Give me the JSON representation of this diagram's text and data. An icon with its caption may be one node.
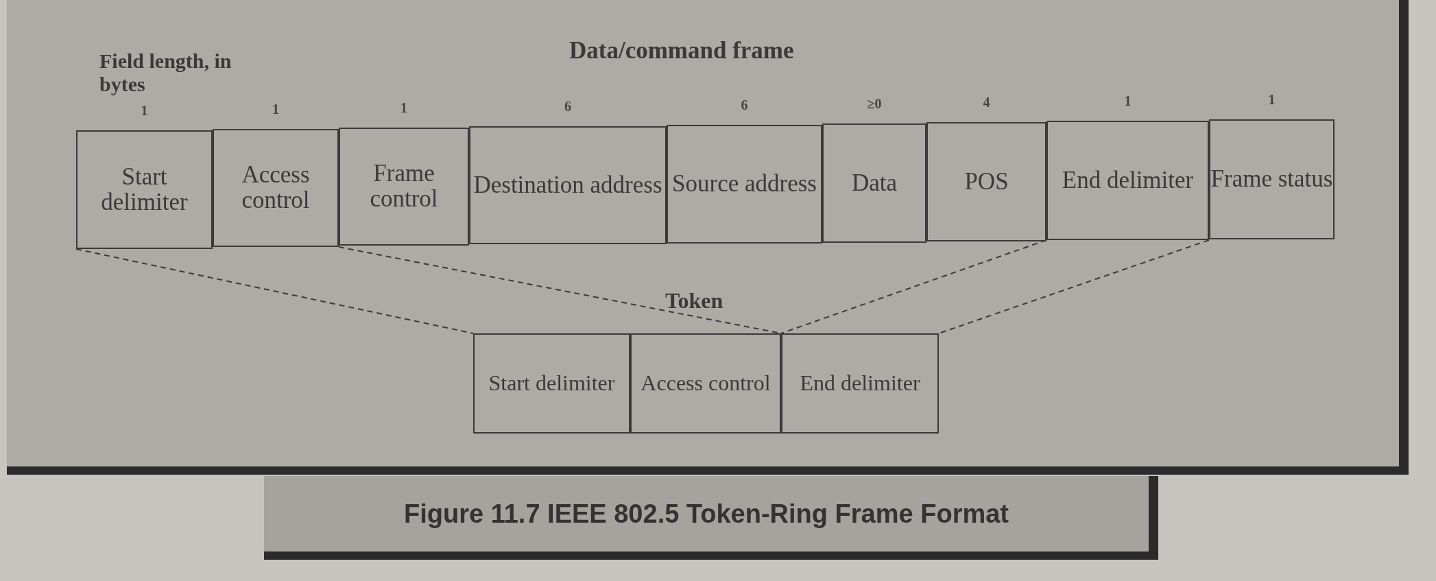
{
  "diagram": {
    "title": "Data/command frame",
    "caption": "Figure 11.7 IEEE 802.5 Token-Ring Frame Format",
    "nodes": [
      {
        "text": [
          "Start delimiter"
        ],
        "beside": [
          "1"
        ]
      },
      {
        "text": [
          "Access control"
        ],
        "beside": [
          "1"
        ]
      },
      {
        "text": [
          "Frame control"
        ],
        "beside": [
          "1"
        ]
      },
      {
        "text": [
          "Destination address"
        ],
        "beside": [
          "6"
        ]
      },
      {
        "text": [
          "Source address"
        ],
        "beside": [
          "6"
        ]
      },
      {
        "text": [
          "Data"
        ],
        "beside": [
          "≥0"
        ]
      },
      {
        "text": [
          "POS"
        ],
        "beside": [
          "4"
        ]
      },
      {
        "text": [
          "End delimiter"
        ],
        "beside": [
          "1"
        ]
      },
      {
        "text": [
          "Frame status"
        ],
        "beside": [
          "1"
        ]
      },
      {
        "text": [
          "Start delimiter"
        ]
      },
      {
        "text": [
          "Access control"
        ]
      },
      {
        "text": [
          "End delimiter"
        ]
      }
    ],
    "edges": [
      {
        "from": 0,
        "to": 9,
        "arrow": "none",
        "style": "dashed"
      },
      {
        "from": 1,
        "to": 10,
        "arrow": "none",
        "style": "dashed"
      },
      {
        "from": 7,
        "to": 11,
        "arrow": "none",
        "style": "dashed"
      },
      {
        "from": 7,
        "to": 11,
        "arrow": "none",
        "style": "dashed"
      }
    ],
    "labels": [
      "Field length, in bytes",
      "Token"
    ]
  }
}
